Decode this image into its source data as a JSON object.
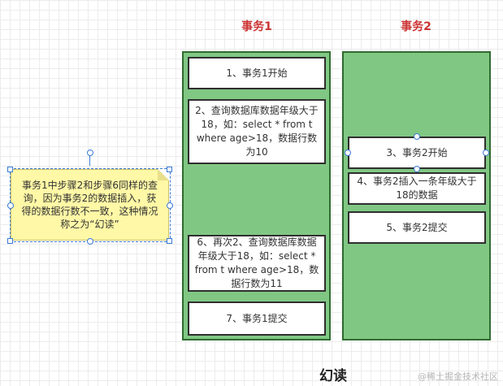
{
  "columns": [
    {
      "title": "事务1"
    },
    {
      "title": "事务2"
    }
  ],
  "lane1_steps": [
    {
      "text": "1、事务1开始"
    },
    {
      "text": "2、查询数据库数据年级大于18，如：select * from t where age>18，数据行数为10"
    },
    {
      "text": "6、再次2、查询数据库数据年级大于18，如：select * from t where age>18，数据行数为11"
    },
    {
      "text": "7、事务1提交"
    }
  ],
  "lane2_steps": [
    {
      "text": "3、事务2开始"
    },
    {
      "text": "4、事务2插入一条年级大于18的数据"
    },
    {
      "text": "5、事务2提交"
    }
  ],
  "note": {
    "text": "事务1中步骤2和步骤6同样的查询，因为事务2的数据插入，获得的数据行数不一致，这种情况称之为“幻读”"
  },
  "caption": "幻读",
  "watermark": "@稀土掘金技术社区",
  "colors": {
    "lane_fill": "#80c784",
    "lane_border": "#2f6b2f",
    "title": "#cc3333",
    "note_fill": "#fff8a6",
    "selection": "#3a7bd5"
  }
}
